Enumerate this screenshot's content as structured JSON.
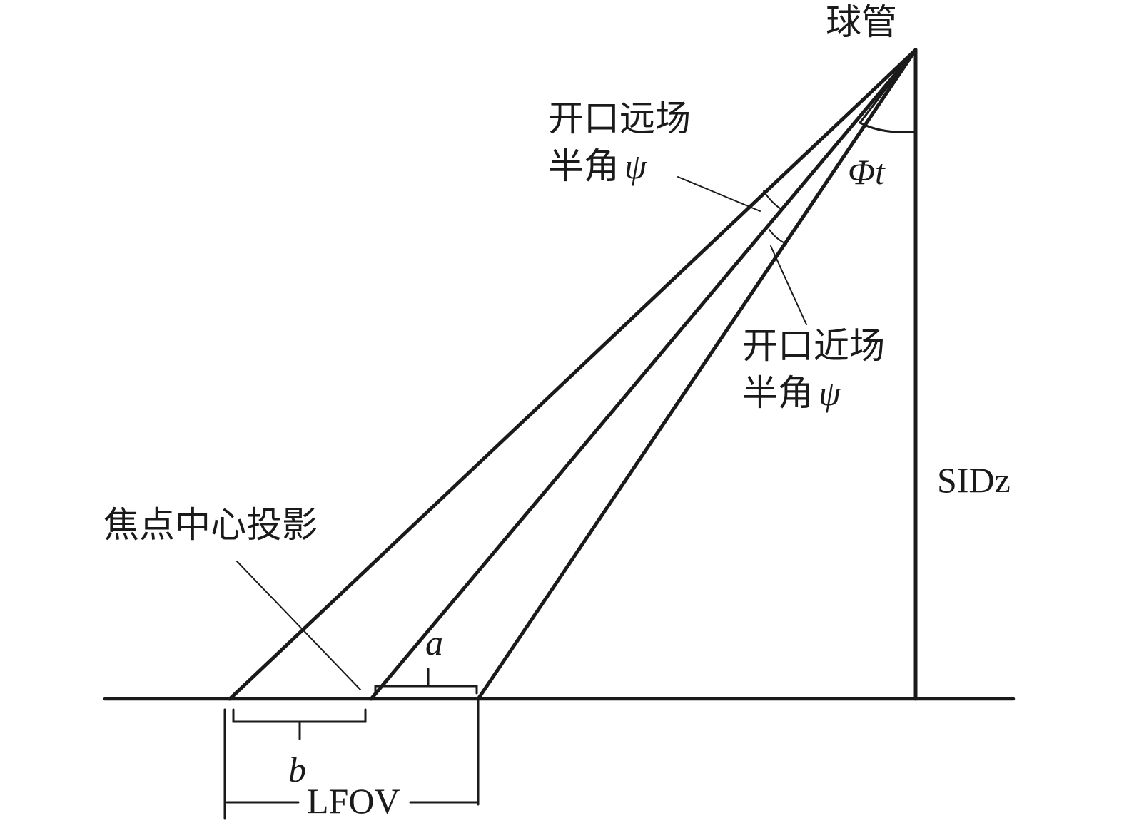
{
  "labels": {
    "tube": "球管",
    "far_field_line1": "开口远场",
    "far_field_line2_prefix": "半角",
    "far_field_symbol": "ψ",
    "phi_t": "Φt",
    "near_field_line1": "开口近场",
    "near_field_line2_prefix": "半角",
    "near_field_symbol": "ψ",
    "sidz": "SIDz",
    "focal_projection": "焦点中心投影",
    "a": "a",
    "b": "b",
    "lfov": "LFOV"
  }
}
